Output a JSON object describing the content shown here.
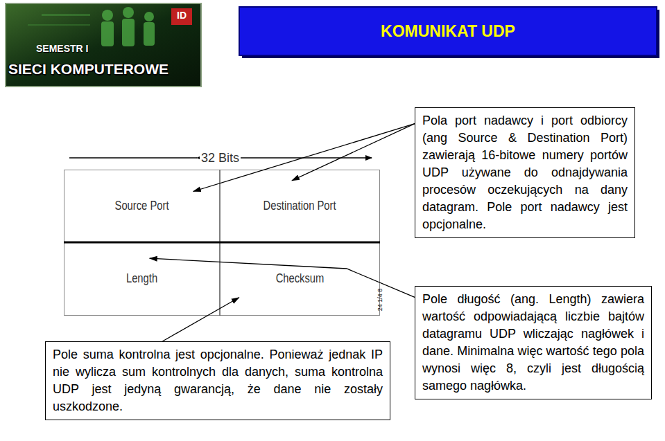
{
  "diagram": {
    "title": "KOMUNIKAT UDP",
    "nodes": [
      {
        "text": [
          "Source Port"
        ]
      },
      {
        "text": [
          "Destination Port"
        ]
      },
      {
        "text": [
          "Length"
        ]
      },
      {
        "text": [
          "Checksum"
        ]
      },
      {
        "text": [
          "Pola port nadawcy i port odbiorcy (ang Source & Destination Port) zawierają 16-bitowe numery portów UDP używane do odnajdywania procesów oczekujących na dany datagram. Pole port nadawcy jest opcjonalne."
        ]
      },
      {
        "text": [
          "Pole długość (ang. Length) zawiera wartość odpowiadającą liczbie bajtów datagramu UDP wliczając nagłówek i dane. Minimalna więc wartość tego pola wynosi więc 8, czyli jest długością samego nagłówka."
        ]
      },
      {
        "text": [
          "Pole suma kontrolna jest opcjonalne. Ponieważ jednak IP nie wylicza sum kontrolnych dla danych, suma kontrolna UDP jest jedyną gwarancją, że dane nie zostały uszkodzone."
        ]
      }
    ],
    "edges": [
      {
        "from": 4,
        "to": 0,
        "arrow": "to"
      },
      {
        "from": 4,
        "to": 1,
        "arrow": "to"
      },
      {
        "from": 5,
        "to": 2,
        "arrow": "to"
      },
      {
        "from": 6,
        "to": 3,
        "arrow": "to"
      }
    ],
    "labels": [
      "ID",
      "SEMESTR I",
      "SIECI KOMPUTEROWE",
      "32 Bits",
      "24 1/4 8"
    ]
  }
}
